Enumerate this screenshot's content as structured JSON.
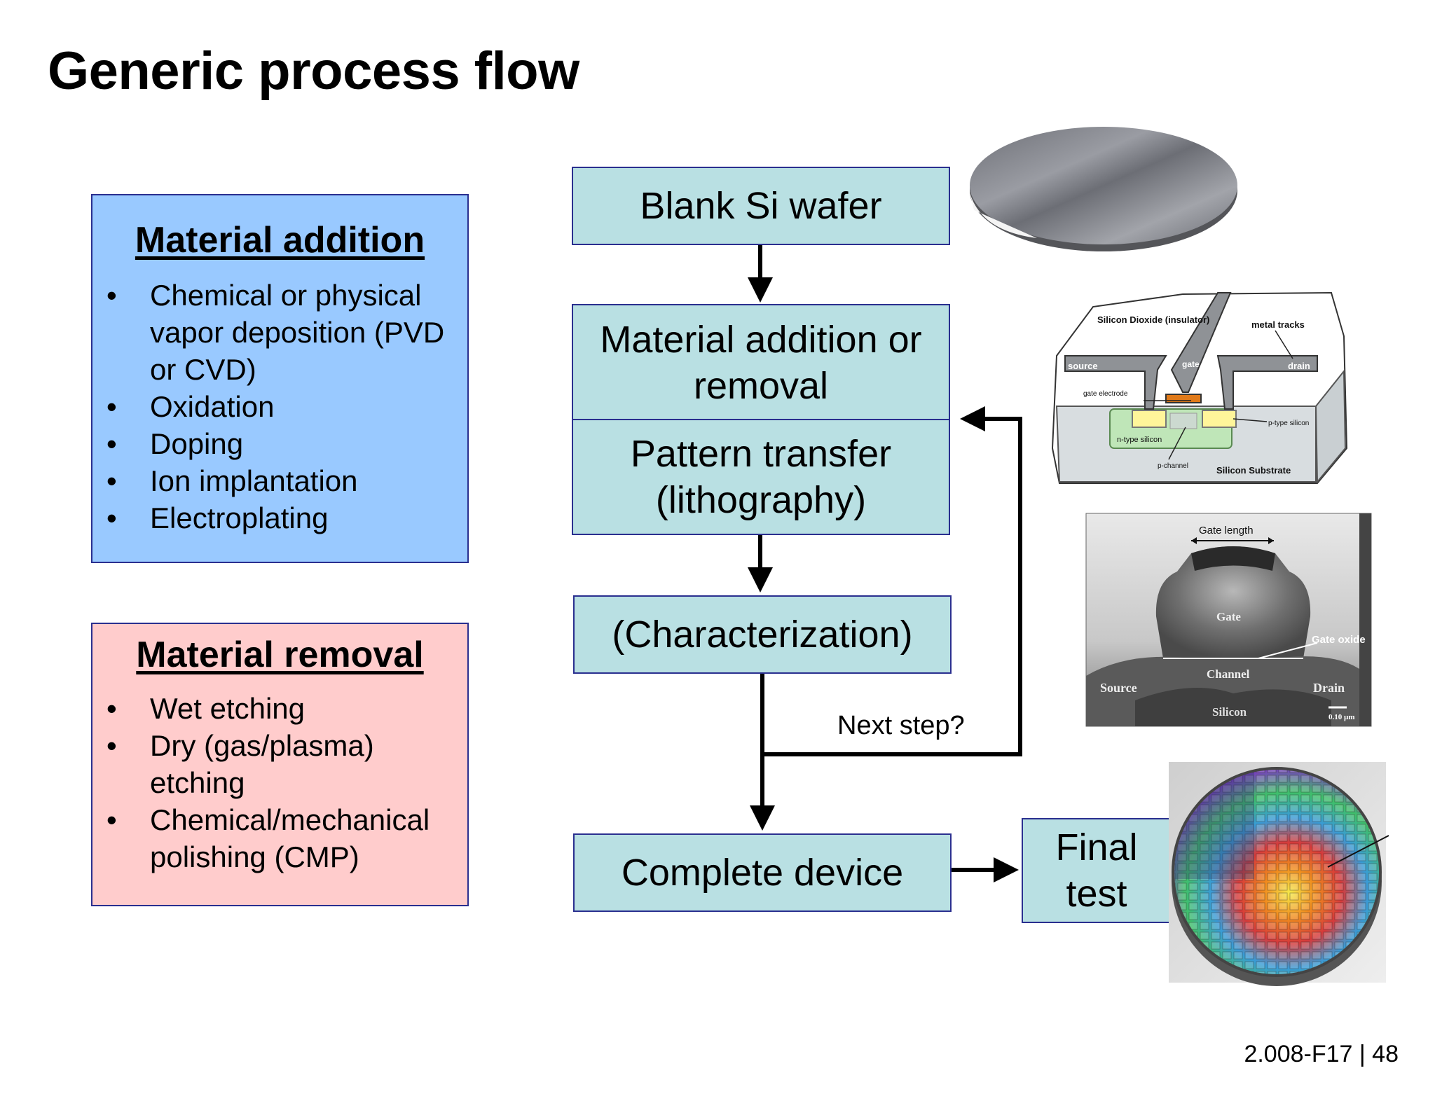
{
  "slide": {
    "title": "Generic process flow",
    "footer": "2.008-F17 | 48"
  },
  "addition": {
    "title": "Material addition",
    "items": [
      "Chemical or physical vapor deposition (PVD or CVD)",
      "Oxidation",
      "Doping",
      "Ion implantation",
      "Electroplating"
    ],
    "color": "#99c9ff"
  },
  "removal": {
    "title": "Material removal",
    "items": [
      "Wet etching",
      "Dry (gas/plasma) etching",
      "Chemical/mechanical polishing (CMP)"
    ],
    "color": "#ffcccc"
  },
  "flow": {
    "blank_wafer": "Blank Si wafer",
    "addition_removal": "Material addition or removal",
    "pattern_transfer": "Pattern transfer (lithography)",
    "characterization": "(Characterization)",
    "complete_device": "Complete device",
    "final_test": "Final test",
    "next_step": "Next step?",
    "box_color": "#b9e0e3"
  },
  "mosfet_diagram": {
    "silicon_dioxide": "Silicon Dioxide (insulator)",
    "metal_tracks": "metal tracks",
    "source": "source",
    "gate": "gate",
    "drain": "drain",
    "gate_electrode": "gate electrode",
    "p_type_silicon": "p-type silicon",
    "n_type_silicon": "n-type silicon",
    "p_channel": "p-channel",
    "silicon_substrate": "Silicon Substrate"
  },
  "tem_image": {
    "gate_length": "Gate length",
    "gate": "Gate",
    "gate_oxide": "Gate oxide",
    "channel": "Channel",
    "source": "Source",
    "drain": "Drain",
    "silicon": "Silicon",
    "scale": "0.10 µm"
  }
}
